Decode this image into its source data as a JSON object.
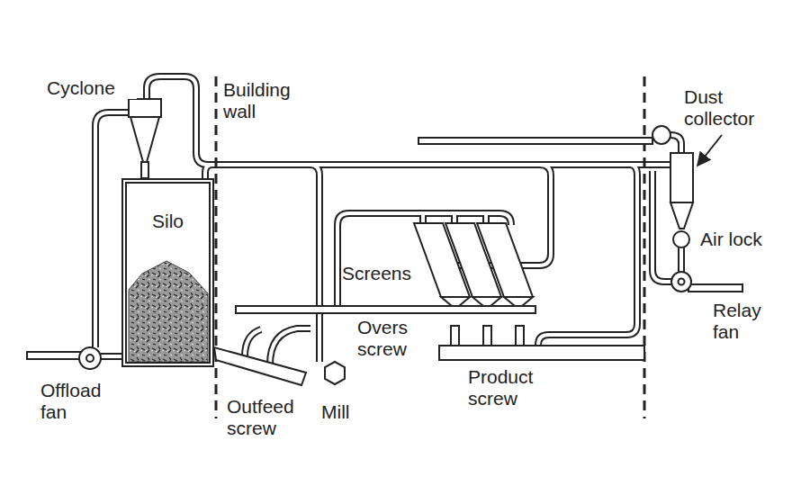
{
  "diagram": {
    "nodes": [
      {
        "text": [
          "Silo"
        ]
      }
    ],
    "labels": [
      "Cyclone",
      "Building wall",
      "Dust collector",
      "Air lock",
      "Screens",
      "Relay fan",
      "Overs screw",
      "Offload fan",
      "Product screw",
      "Outfeed screw",
      "Mill"
    ]
  }
}
